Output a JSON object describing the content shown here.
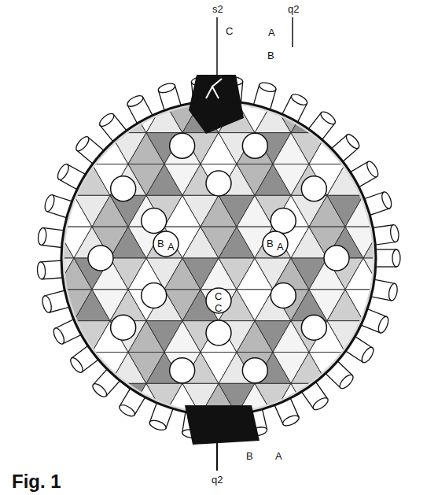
{
  "diagram": {
    "labels": [
      "s2",
      "q2",
      "C",
      "A",
      "B",
      "B",
      "A",
      "B",
      "A",
      "C",
      "C",
      "B",
      "A",
      "q2",
      "Fig. 1"
    ]
  }
}
